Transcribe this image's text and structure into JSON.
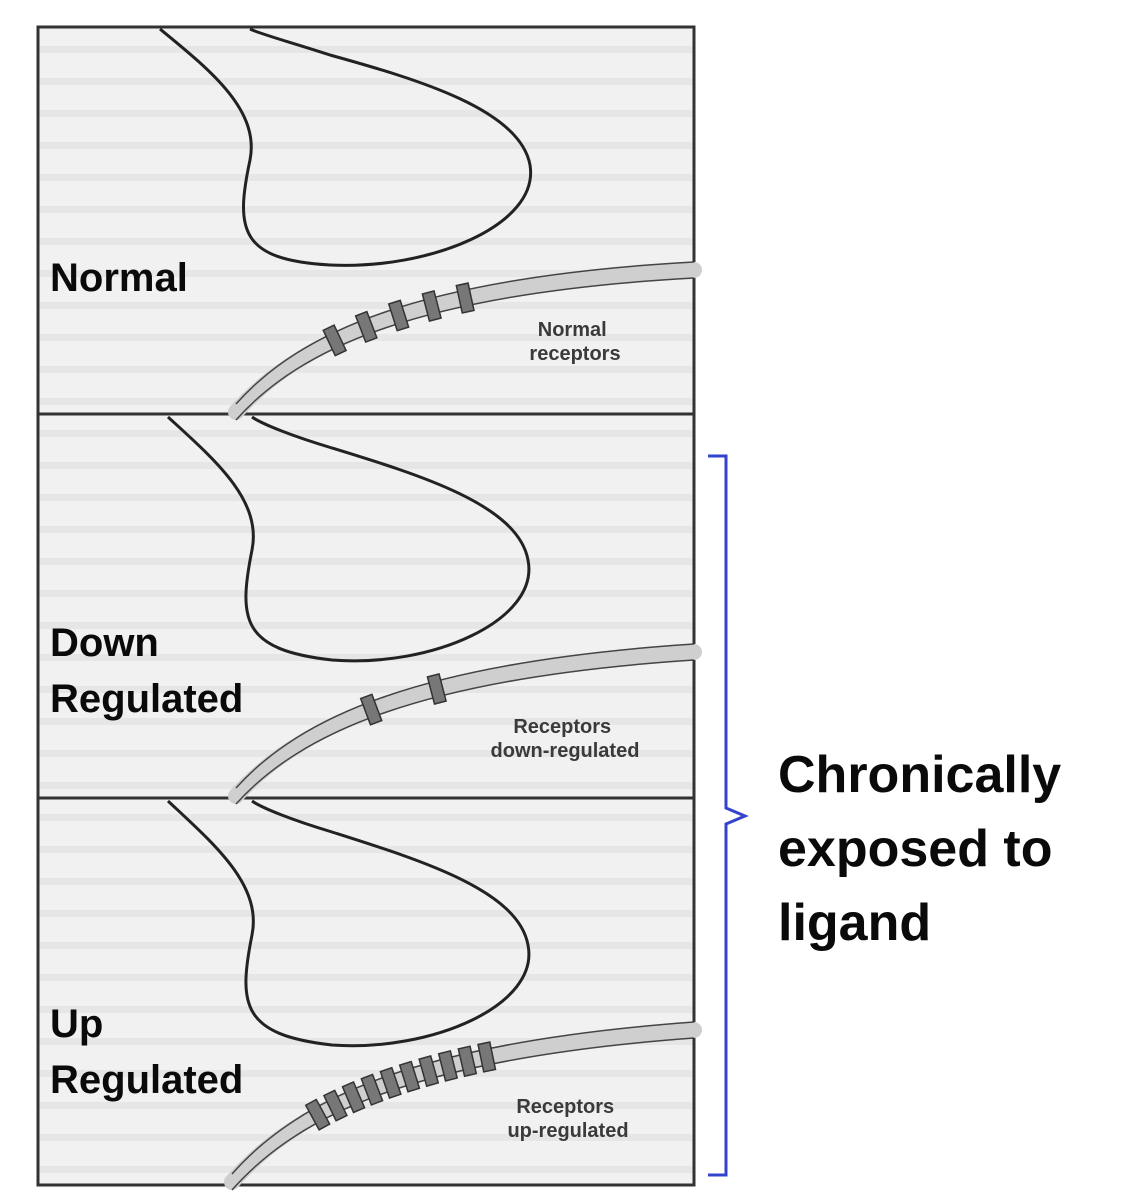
{
  "panels": [
    {
      "label_lines": [
        "Normal"
      ],
      "caption_lines": [
        "Normal",
        "receptors"
      ],
      "receptor_count": 5
    },
    {
      "label_lines": [
        "Down",
        "Regulated"
      ],
      "caption_lines": [
        "Receptors",
        "down-regulated"
      ],
      "receptor_count": 2
    },
    {
      "label_lines": [
        "Up",
        "Regulated"
      ],
      "caption_lines": [
        "Receptors",
        "up-regulated"
      ],
      "receptor_count": 10
    }
  ],
  "side_note_lines": [
    "Chronically",
    "exposed to",
    "ligand"
  ],
  "colors": {
    "bracket": "#3344cc",
    "membrane": "#cfcfcf",
    "receptor": "#777777",
    "outline": "#222222",
    "page": "#f3f3f3"
  }
}
